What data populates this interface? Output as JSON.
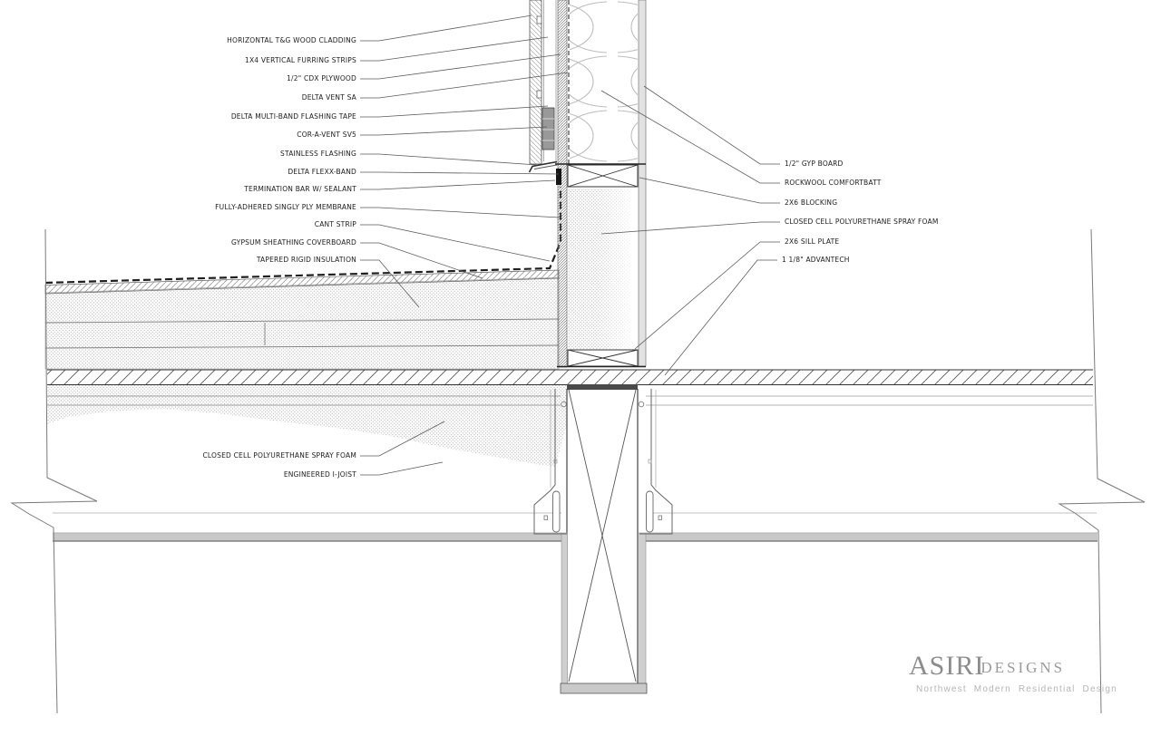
{
  "drawing": {
    "labels_left": [
      "HORIZONTAL T&G WOOD CLADDING",
      "1X4 VERTICAL FURRING STRIPS",
      "1/2\" CDX PLYWOOD",
      "DELTA VENT SA",
      "DELTA MULTI-BAND FLASHING TAPE",
      "COR-A-VENT SV5",
      "STAINLESS FLASHING",
      "DELTA FLEXX-BAND",
      "TERMINATION BAR W/ SEALANT",
      "FULLY-ADHERED SINGLY PLY MEMBRANE",
      "CANT STRIP",
      "GYPSUM SHEATHING COVERBOARD",
      "TAPERED RIGID INSULATION"
    ],
    "labels_lower_left": [
      "CLOSED CELL POLYURETHANE SPRAY FOAM",
      "ENGINEERED I-JOIST"
    ],
    "labels_right": [
      "1/2\" GYP BOARD",
      "ROCKWOOL COMFORTBATT",
      "2X6 BLOCKING",
      "CLOSED CELL POLYURETHANE SPRAY FOAM",
      "2X6 SILL PLATE",
      "1 1/8\" ADVANTECH"
    ],
    "logo": {
      "name": "ASIRI",
      "word": "DESIGNS",
      "tagline": "Northwest Modern Residential Design"
    },
    "colors": {
      "line_dark": "#333333",
      "line_mid": "#666666",
      "line_light": "#aaaaaa",
      "stipple_dot": "#b8b8b8",
      "gyp_panel": "#e2e2e2",
      "vent_gray": "#999999",
      "membrane": "#1f1f1f",
      "logo_gray": "#8c8c8c"
    }
  }
}
